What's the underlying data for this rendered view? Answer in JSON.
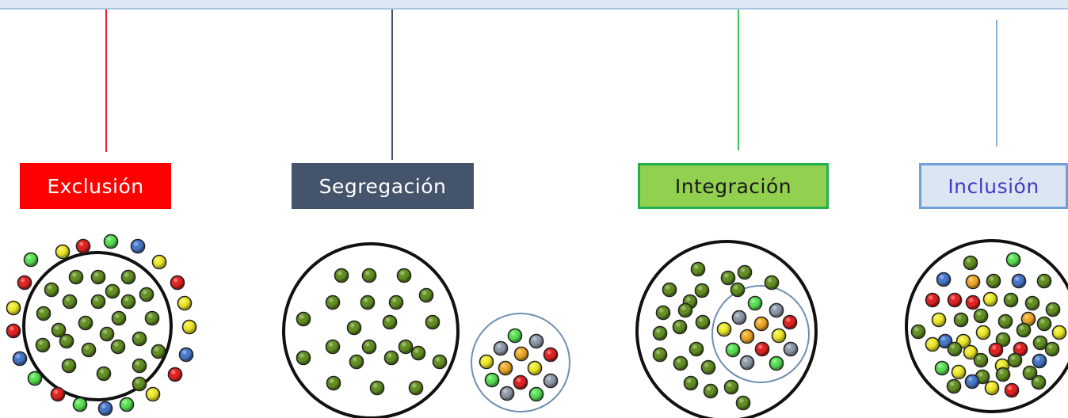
{
  "stages": [
    {
      "label": "Exclusión",
      "line_color": "#e8202a",
      "box_bg": "#ff0000",
      "box_border": "#ff0000",
      "text_color": "#ffffff"
    },
    {
      "label": "Segregación",
      "line_color": "#44546a",
      "box_bg": "#44546a",
      "box_border": "#44546a",
      "text_color": "#ffffff"
    },
    {
      "label": "Integración",
      "line_color": "#3fbf5a",
      "box_bg": "#92d050",
      "box_border": "#22b14c",
      "text_color": "#1a1a1a"
    },
    {
      "label": "Inclusión",
      "line_color": "#8ab0dc",
      "box_bg": "#dce6f2",
      "box_border": "#6f9fd8",
      "text_color": "#3c3cc8"
    }
  ],
  "colors": {
    "green": "#5a8a14",
    "red": "#e31414",
    "yellow": "#ede81c",
    "blue": "#3c6fc8",
    "gray": "#8a96a6",
    "orange": "#f0a51c",
    "lightgreen": "#4fe04a",
    "topbar": "#dce8f4"
  }
}
